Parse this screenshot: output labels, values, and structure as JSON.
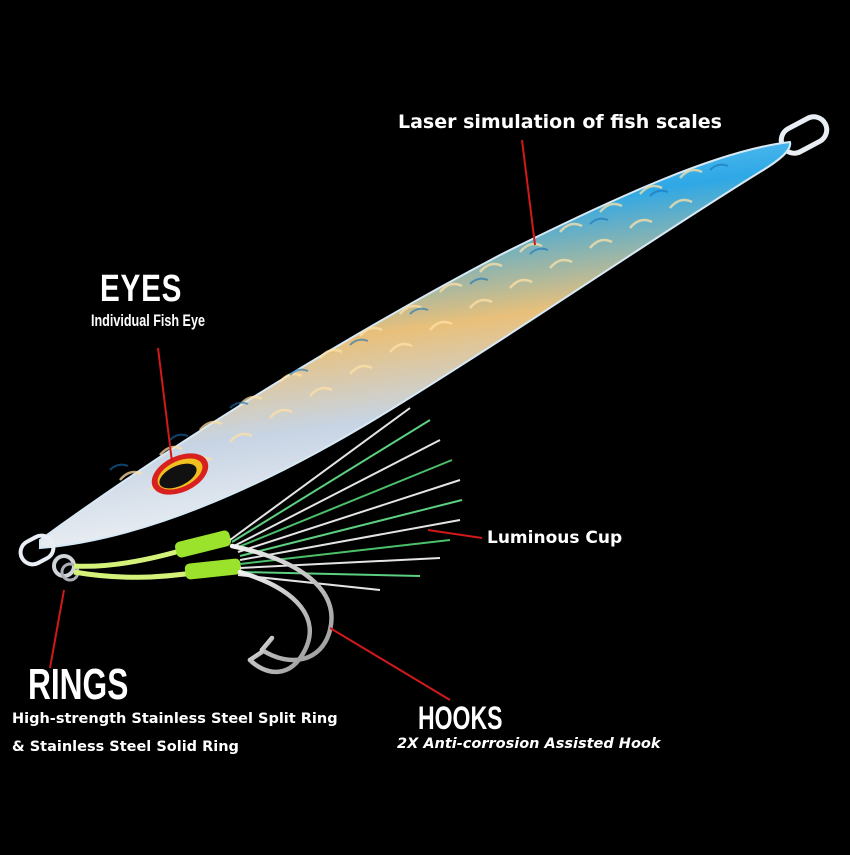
{
  "labels": {
    "scales": "Laser simulation of fish scales",
    "eyes_title": "EYES",
    "eyes_sub": "Individual Fish Eye",
    "cup": "Luminous Cup",
    "rings_title": "RINGS",
    "rings_line1": "High-strength Stainless Steel Split Ring",
    "rings_line2": "& Stainless Steel Solid Ring",
    "hooks_title": "HOOKS",
    "hooks_sub": "2X Anti-corrosion Assisted Hook"
  },
  "colors": {
    "background": "#000000",
    "body_blue": "#2ea8e6",
    "body_silver": "#d9dde2",
    "scale_gold": "#e8b35a",
    "pointer_red": "#d01a1a",
    "luminous_green": "#9be22c",
    "feather_green": "#4bbf6a",
    "eye_red": "#d8201e",
    "text": "#ffffff"
  }
}
